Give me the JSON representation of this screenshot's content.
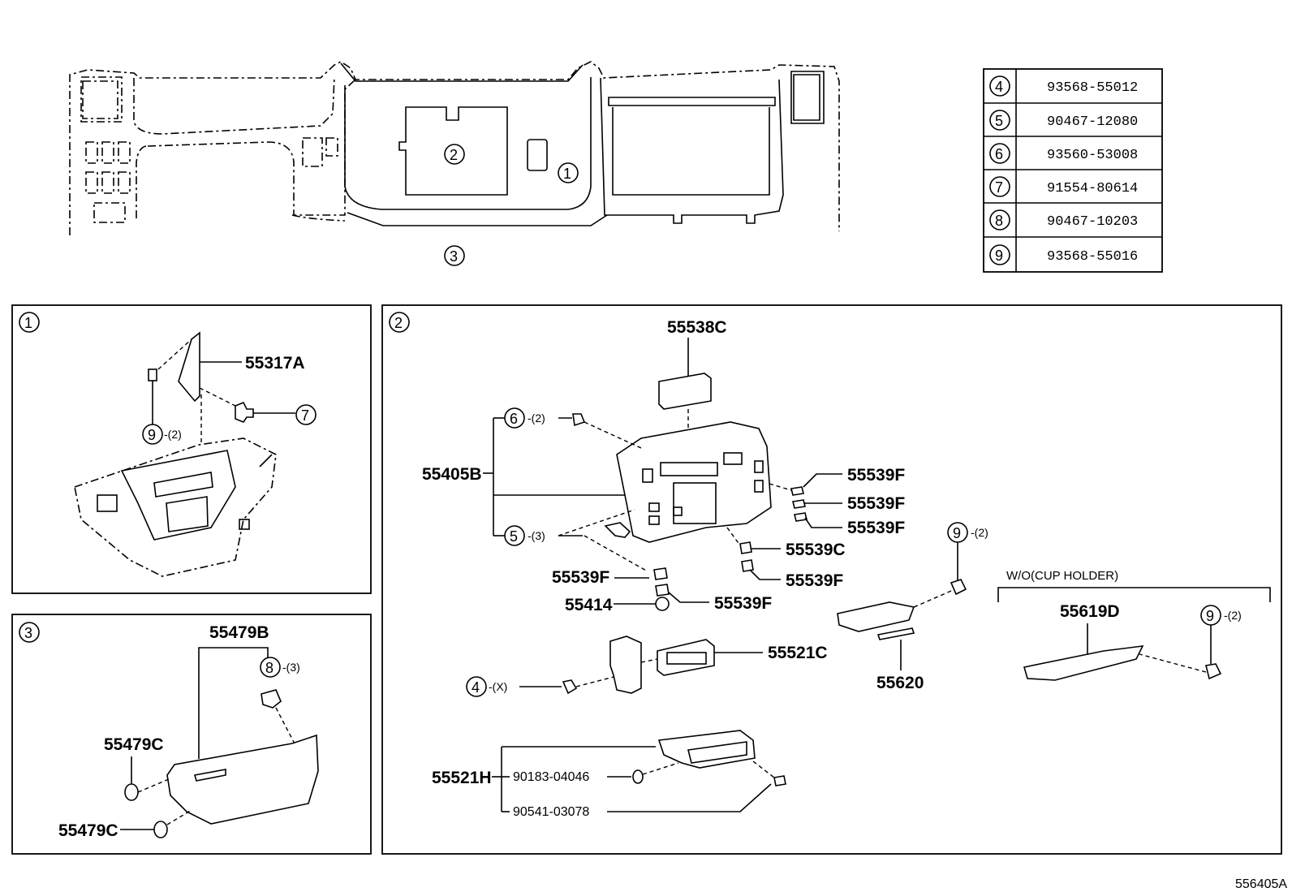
{
  "drawing_number": "556405A",
  "table": [
    {
      "ref": "4",
      "part": "93568-55012"
    },
    {
      "ref": "5",
      "part": "90467-12080"
    },
    {
      "ref": "6",
      "part": "93560-53008"
    },
    {
      "ref": "7",
      "part": "91554-80614"
    },
    {
      "ref": "8",
      "part": "90467-10203"
    },
    {
      "ref": "9",
      "part": "93568-55016"
    }
  ],
  "overview": {
    "markers": [
      "2",
      "1",
      "3"
    ]
  },
  "panel1": {
    "index": "1",
    "labels": {
      "p55317A": "55317A",
      "qty": "-(2)",
      "ref9": "9",
      "ref7": "7"
    }
  },
  "panel2": {
    "index": "2",
    "labels": {
      "p55538C": "55538C",
      "p55405B": "55405B",
      "ref6": "6",
      "qty6": "-(2)",
      "ref5": "5",
      "qty5": "-(3)",
      "p55539F_1": "55539F",
      "p55539F_2": "55539F",
      "p55539F_3": "55539F",
      "p55539C": "55539C",
      "p55539F_4": "55539F",
      "p55539F_5": "55539F",
      "p55539F_6": "55539F",
      "p55414": "55414",
      "ref9": "9",
      "qty9": "-(2)",
      "p55620": "55620",
      "p55521C": "55521C",
      "ref4": "4",
      "qty4": "-(X)",
      "p55521H": "55521H",
      "p90183": "90183-04046",
      "p90541": "90541-03078",
      "wo_cup": "W/O(CUP HOLDER)",
      "p55619D": "55619D",
      "ref9b": "9",
      "qty9b": "-(2)"
    }
  },
  "panel3": {
    "index": "3",
    "labels": {
      "p55479B": "55479B",
      "ref8": "8",
      "qty8": "-(3)",
      "p55479C_1": "55479C",
      "p55479C_2": "55479C"
    }
  }
}
